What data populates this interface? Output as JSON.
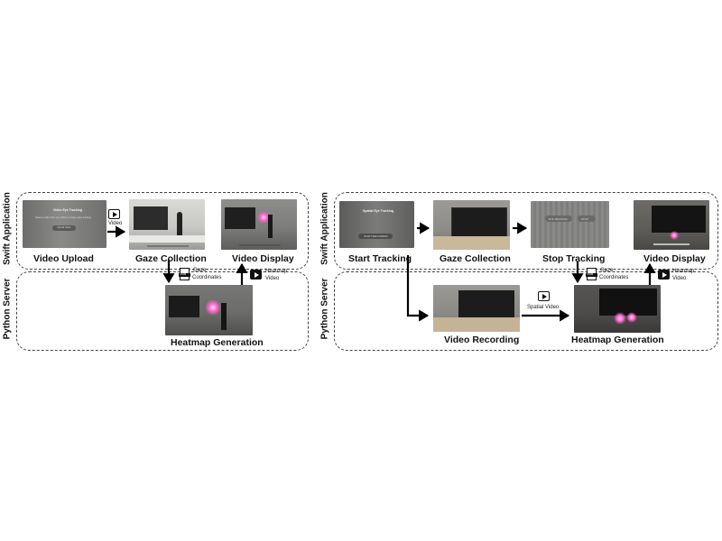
{
  "colors": {
    "border": "#444444",
    "arrow": "#000000",
    "heat": "#ff66cc"
  },
  "left_panel": {
    "swift_label": "Swift Application",
    "python_label": "Python Server",
    "steps": {
      "video_upload": "Video Upload",
      "gaze_collection": "Gaze Collection",
      "video_display": "Video Display",
      "heatmap_generation": "Heatmap Generation"
    },
    "edge_labels": {
      "video": "Video",
      "gaze_coordinates_1": "Gaze",
      "gaze_coordinates_2": "Coordinates",
      "heatmap_video_1": "Heatmap",
      "heatmap_video_2": "Video"
    },
    "upload_ui": {
      "title": "Video Eye Tracking",
      "subtitle": "Select a video from your library to begin gaze tracking",
      "button": "Upload Video"
    }
  },
  "right_panel": {
    "swift_label": "Swift Application",
    "python_label": "Python Server",
    "steps": {
      "start_tracking": "Start Tracking",
      "gaze_collection": "Gaze Collection",
      "stop_tracking": "Stop Tracking",
      "video_display": "Video Display",
      "video_recording": "Video Recording",
      "heatmap_generation": "Heatmap Generation"
    },
    "edge_labels": {
      "spatial_video": "Spatial Video",
      "gaze_coordinates_1": "Gaze",
      "gaze_coordinates_2": "Coordinates",
      "heatmap_video_1": "Heatmap",
      "heatmap_video_2": "Video"
    },
    "start_ui": {
      "title": "Spatial Eye Tracking",
      "button": "START RECORDING"
    },
    "stop_ui": {
      "left_button": "EYE TRACKING",
      "right_button": "STOP"
    }
  }
}
